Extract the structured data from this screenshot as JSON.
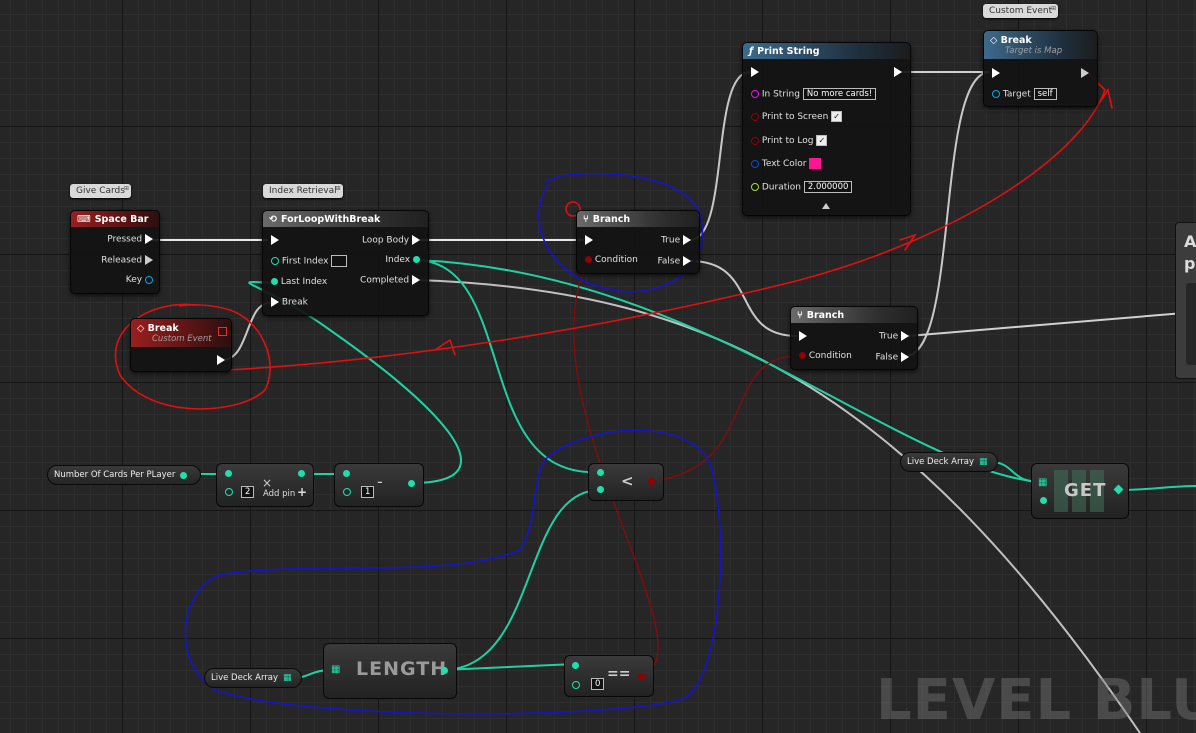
{
  "watermark": "LEVEL BLUE",
  "side_node_text": [
    "A",
    "p"
  ],
  "comments": {
    "give_cards": "Give Cards",
    "index_retrieval": "Index Retrieval",
    "custom_event": "Custom Event"
  },
  "space_bar": {
    "title": "Space Bar",
    "pins": {
      "pressed": "Pressed",
      "released": "Released",
      "key": "Key"
    }
  },
  "for_loop": {
    "title": "ForLoopWithBreak",
    "pins": {
      "first_index": "First Index",
      "last_index": "Last Index",
      "break": "Break",
      "loop_body": "Loop Body",
      "index": "Index",
      "completed": "Completed"
    }
  },
  "break_event": {
    "title": "Break",
    "subtitle": "Custom Event"
  },
  "branch1": {
    "title": "Branch",
    "true": "True",
    "false": "False",
    "condition": "Condition"
  },
  "branch2": {
    "title": "Branch",
    "true": "True",
    "false": "False",
    "condition": "Condition"
  },
  "print_string": {
    "title": "Print String",
    "in_string": "In String",
    "in_string_value": "No more cards!",
    "print_to_screen": "Print to Screen",
    "print_to_log": "Print to Log",
    "text_color": "Text Color",
    "text_color_value": "#ff1493",
    "duration": "Duration",
    "duration_value": "2.000000"
  },
  "break_map": {
    "title": "Break",
    "subtitle": "Target is Map",
    "target": "Target",
    "target_value": "self"
  },
  "vars": {
    "cards_per_player": "Number Of Cards Per PLayer",
    "live_deck_1": "Live Deck Array",
    "live_deck_2": "Live Deck Array"
  },
  "multiply": {
    "value": "2",
    "add_pin": "Add pin",
    "symbol": "×",
    "plus": "+"
  },
  "subtract": {
    "value": "1",
    "symbol": "-"
  },
  "less_than": {
    "symbol": "<"
  },
  "equals": {
    "value": "0",
    "symbol": "=="
  },
  "length": {
    "label": "LENGTH"
  },
  "get": {
    "label": "GET"
  },
  "colors": {
    "exec": "#ffffff",
    "int": "#1fe0ad",
    "bool": "#940000",
    "string": "#f00ff0",
    "object": "#0aa6f0",
    "linear_color": "#0050d0",
    "float": "#9ce23b",
    "annotation_red": "#e01010",
    "annotation_blue": "#1414d0"
  }
}
